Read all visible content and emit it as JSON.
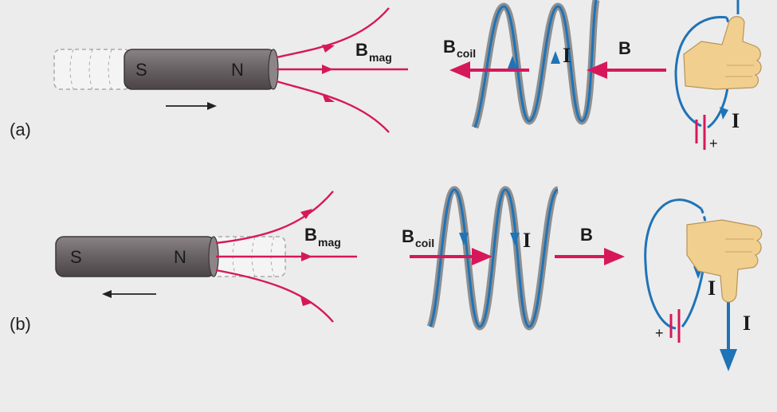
{
  "colors": {
    "field": "#d6185a",
    "current": "#1f73b7",
    "coil_shadow": "#9a9a9a",
    "magnet_body": "#6b6466",
    "hand": "#f1cf8e"
  },
  "panels": [
    {
      "label": "(a)",
      "magnet_south": "S",
      "magnet_north": "N",
      "b_mag_symbol": "B",
      "b_mag_subscript": "mag",
      "b_coil_symbol": "B",
      "b_coil_subscript": "coil",
      "coil_current": "I",
      "b_field": "B",
      "loop_current": "I",
      "battery_sign": "+",
      "motion_direction": "right"
    },
    {
      "label": "(b)",
      "magnet_south": "S",
      "magnet_north": "N",
      "b_mag_symbol": "B",
      "b_mag_subscript": "mag",
      "b_coil_symbol": "B",
      "b_coil_subscript": "coil",
      "coil_current": "I",
      "b_field": "B",
      "loop_current": "I",
      "loop_current_2": "I",
      "battery_sign": "+",
      "motion_direction": "left"
    }
  ]
}
